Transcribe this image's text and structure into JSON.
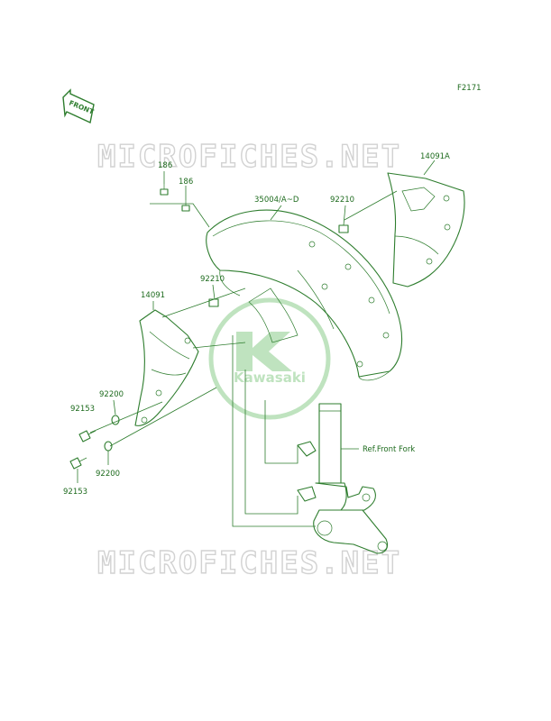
{
  "figure_code": "F2171",
  "direction_tag": "FRONT",
  "watermark_text": "MICROFICHES.NET",
  "brand_text": "Kawasaki",
  "colors": {
    "line": "#2e7d2e",
    "label": "#1e6b1e",
    "watermark": "#d2d2d2",
    "logo": "#bfe3bf"
  },
  "labels": {
    "p186_a": "186",
    "p186_b": "186",
    "p35004": "35004/A~D",
    "p92210_a": "92210",
    "p14091a": "14091A",
    "p92210_b": "92210",
    "p14091": "14091",
    "p92200_a": "92200",
    "p92153_a": "92153",
    "ref_front_fork": "Ref.Front Fork",
    "p92153_b": "92153",
    "p92200_b": "92200"
  }
}
